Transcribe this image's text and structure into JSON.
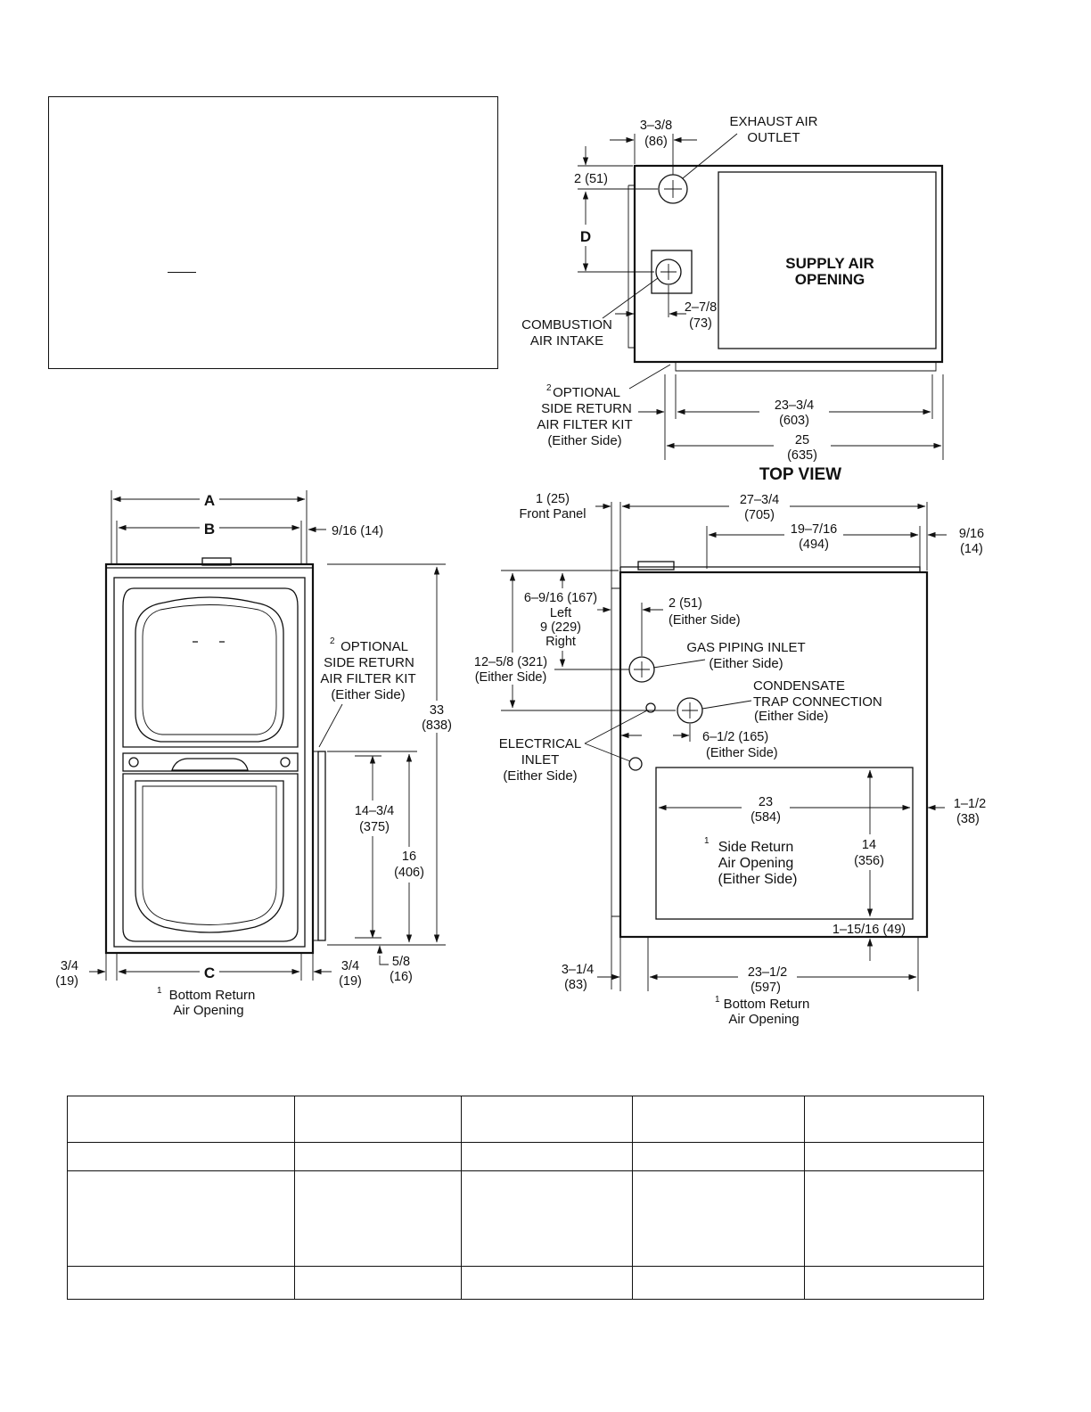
{
  "top_view": {
    "title": "TOP VIEW",
    "exhaust": [
      "EXHAUST AIR",
      "OUTLET"
    ],
    "supply": [
      "SUPPLY AIR",
      "OPENING"
    ],
    "combustion": [
      "COMBUSTION",
      "AIR INTAKE"
    ],
    "dim_exhaust_offset": [
      "3–3/8",
      "(86)"
    ],
    "dim_top": "2 (51)",
    "dim_d": "D",
    "dim_intake": [
      "2–7/8",
      "(73)"
    ],
    "filter_kit_sup": "2",
    "filter_kit": [
      "OPTIONAL",
      "SIDE RETURN",
      "AIR FILTER KIT",
      "(Either Side)"
    ],
    "dim_inner": [
      "23–3/4",
      "(603)"
    ],
    "dim_outer": [
      "25",
      "(635)"
    ]
  },
  "front_view": {
    "dim_a": "A",
    "dim_b": "B",
    "dim_9_16": "9/16 (14)",
    "filter_kit_sup": "2",
    "filter_kit": [
      "OPTIONAL",
      "SIDE RETURN",
      "AIR FILTER KIT",
      "(Either Side)"
    ],
    "dim_height": [
      "33",
      "(838)"
    ],
    "dim_filter_inner": [
      "14–3/4",
      "(375)"
    ],
    "dim_filter_outer": [
      "16",
      "(406)"
    ],
    "dim_c": "C",
    "dim_left_bottom": [
      "3/4",
      "(19)"
    ],
    "dim_right_bottom": [
      "3/4",
      "(19)"
    ],
    "dim_5_8": [
      "5/8",
      "(16)"
    ],
    "bottom_return_sup": "1",
    "bottom_return": [
      "Bottom Return",
      "Air Opening"
    ]
  },
  "side_view": {
    "front_panel": [
      "1 (25)",
      "Front Panel"
    ],
    "dim_depth": [
      "27–3/4",
      "(705)"
    ],
    "dim_top_inner": [
      "19–7/16",
      "(494)"
    ],
    "dim_right": [
      "9/16",
      "(14)"
    ],
    "dim_gas_vertical": [
      "6–9/16 (167)",
      "Left",
      "9 (229)",
      "Right"
    ],
    "dim_gas_side": [
      "2 (51)",
      "(Either Side)"
    ],
    "gas_piping": [
      "GAS PIPING INLET",
      "(Either Side)"
    ],
    "dim_condensate_vertical": [
      "12–5/8 (321)",
      "(Either Side)"
    ],
    "condensate": [
      "CONDENSATE",
      "TRAP CONNECTION",
      "(Either Side)"
    ],
    "electrical": [
      "ELECTRICAL",
      "INLET",
      "(Either Side)"
    ],
    "dim_condensate_side": [
      "6–1/2 (165)",
      "(Either Side)"
    ],
    "dim_opening_width": [
      "23",
      "(584)"
    ],
    "dim_right_offset": [
      "1–1/2",
      "(38)"
    ],
    "side_return_sup": "1",
    "side_return": [
      "Side Return",
      "Air Opening",
      "(Either Side)"
    ],
    "dim_opening_height": [
      "14",
      "(356)"
    ],
    "dim_bottom_offset": "1–15/16 (49)",
    "dim_front_offset": [
      "3–1/4",
      "(83)"
    ],
    "dim_bottom_width": [
      "23–1/2",
      "(597)"
    ],
    "bottom_return_sup": "1",
    "bottom_return": [
      "Bottom Return",
      "Air Opening"
    ]
  }
}
